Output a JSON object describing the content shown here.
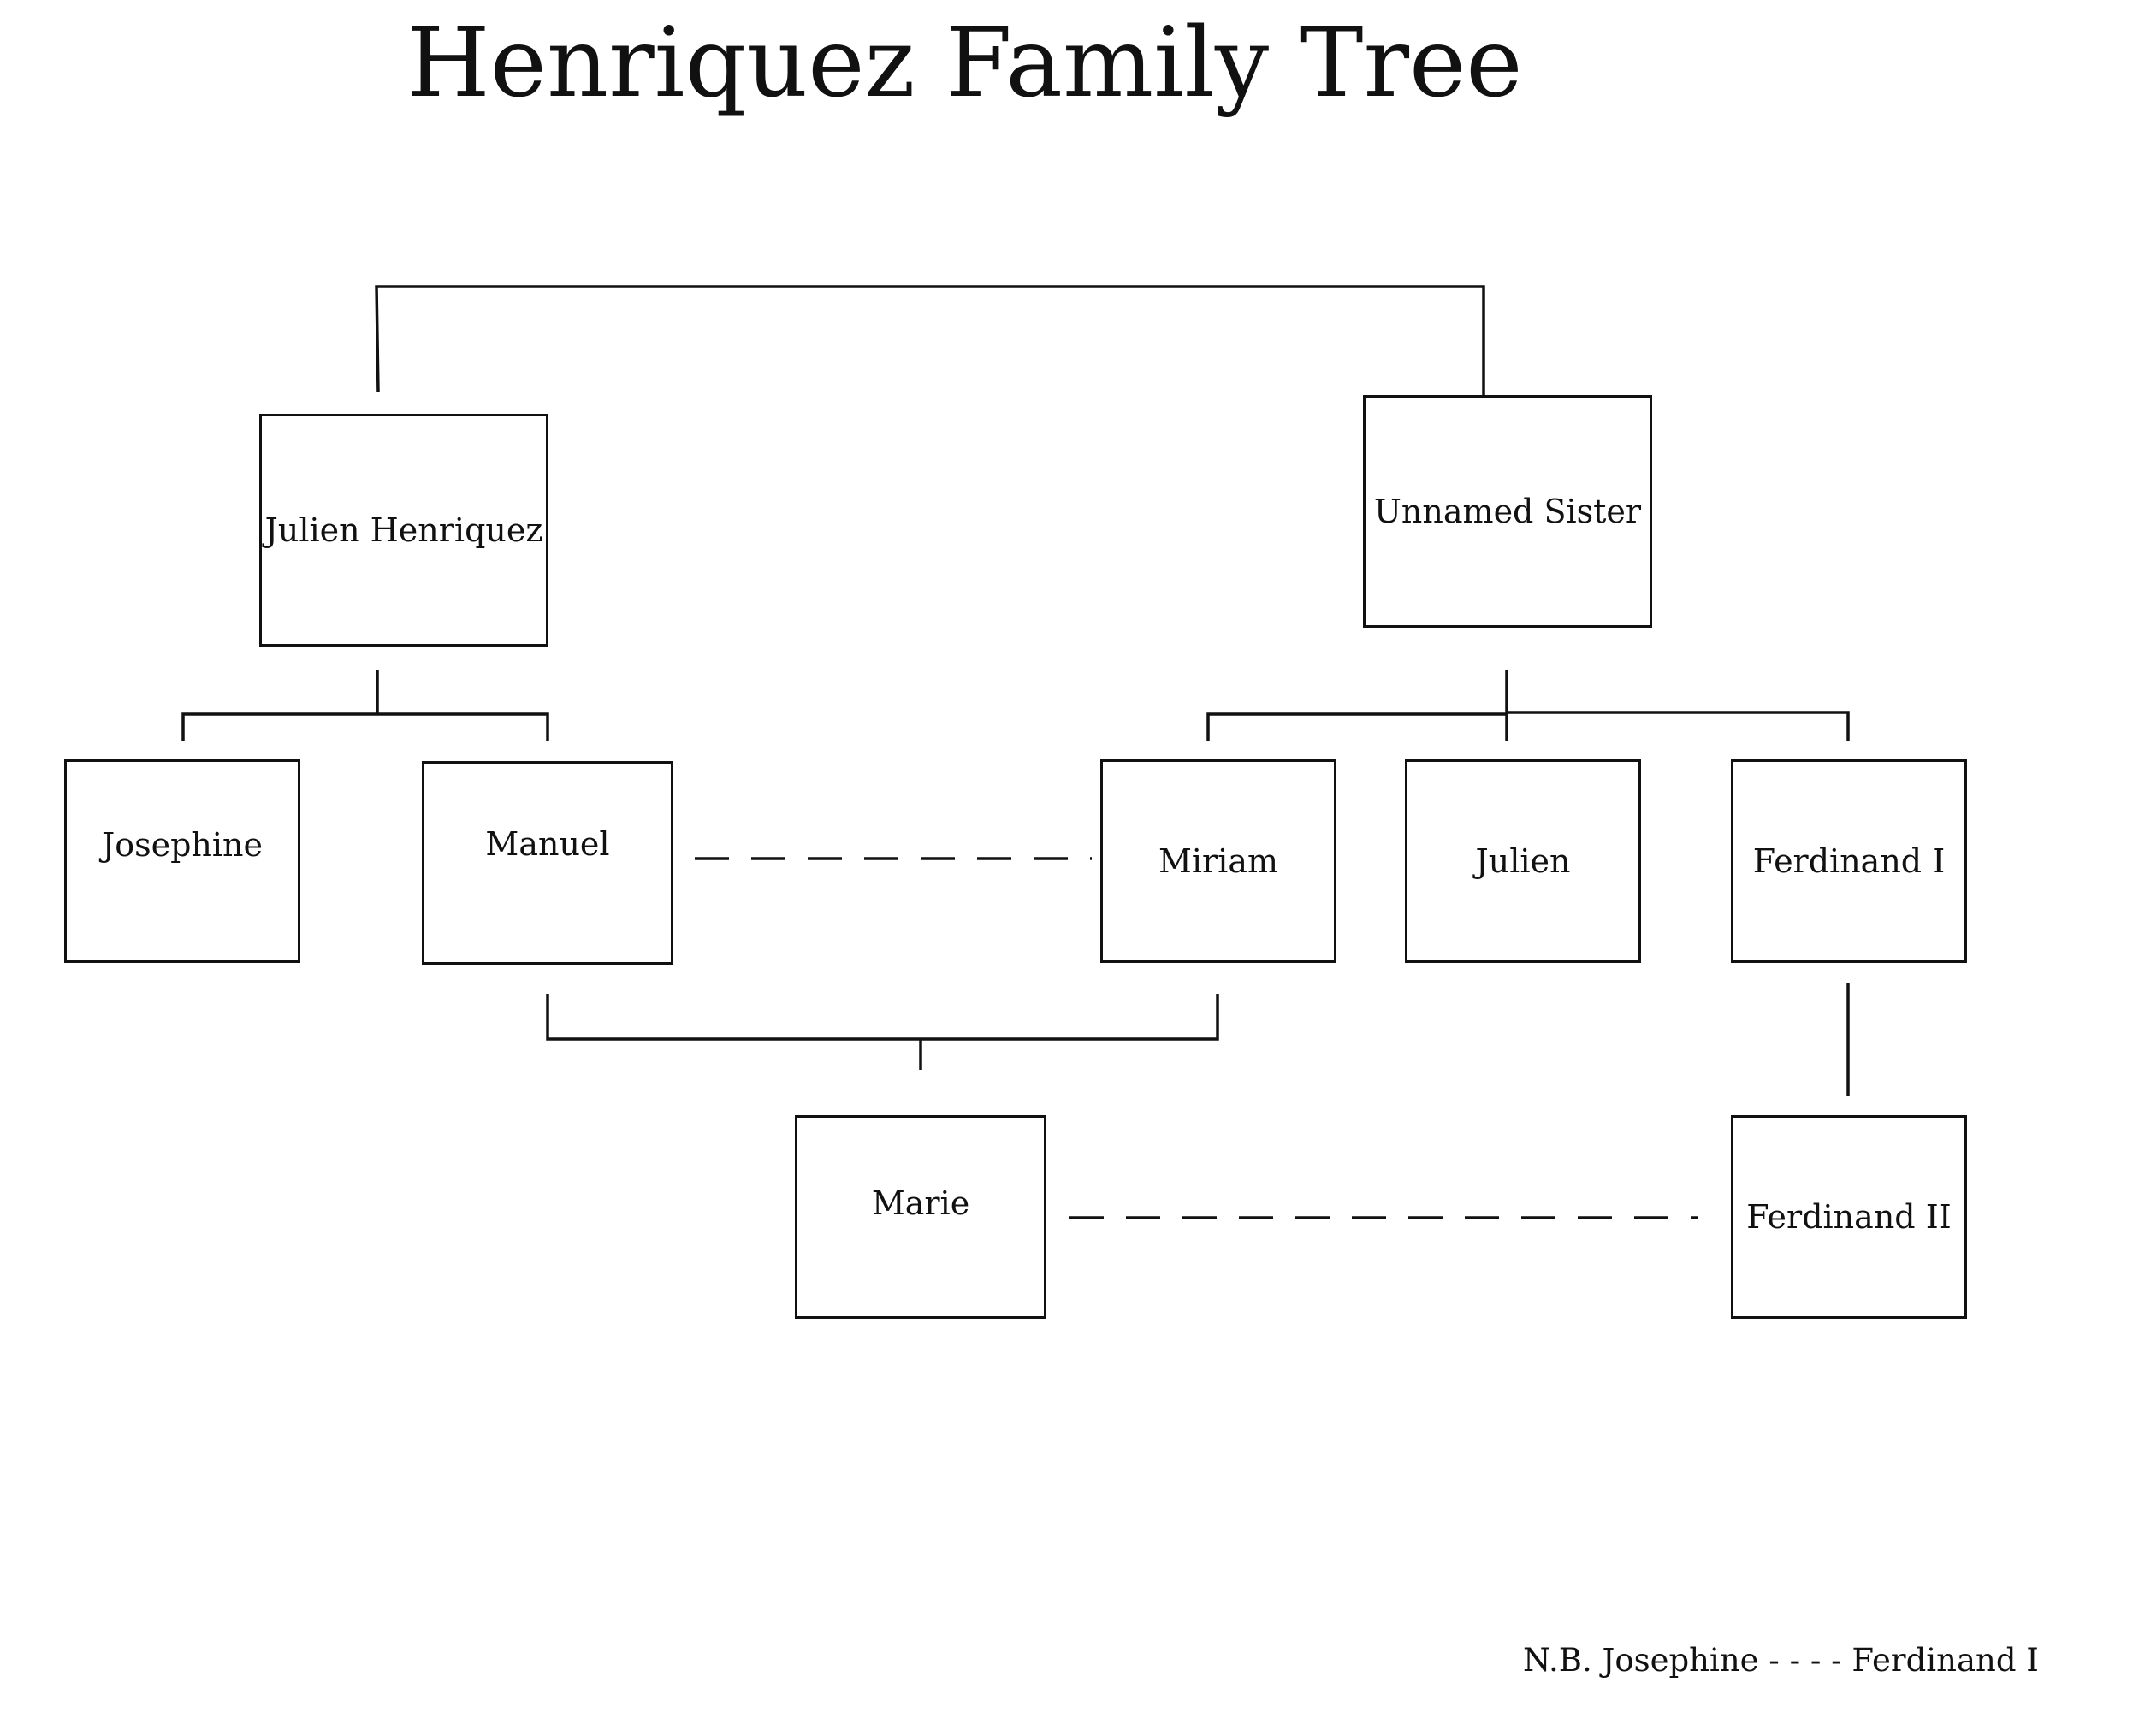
{
  "title": "Henriquez Family Tree",
  "people": {
    "julien_henriquez": "Julien Henriquez",
    "unnamed_sister": "Unnamed Sister",
    "josephine": "Josephine",
    "manuel": "Manuel",
    "miriam": "Miriam",
    "julien": "Julien",
    "ferdinand_i": "Ferdinand I",
    "marie": "Marie",
    "ferdinand_ii": "Ferdinand II"
  },
  "relationships": {
    "siblings": [
      "julien_henriquez",
      "unnamed_sister"
    ],
    "children": [
      {
        "parents": [
          "julien_henriquez"
        ],
        "children": [
          "josephine",
          "manuel"
        ]
      },
      {
        "parents": [
          "unnamed_sister"
        ],
        "children": [
          "miriam",
          "julien",
          "ferdinand_i"
        ]
      },
      {
        "parents": [
          "manuel",
          "miriam"
        ],
        "children": [
          "marie"
        ]
      },
      {
        "parents": [
          "ferdinand_i"
        ],
        "children": [
          "ferdinand_ii"
        ]
      }
    ],
    "marriages": [
      [
        "manuel",
        "miriam"
      ],
      [
        "marie",
        "ferdinand_ii"
      ]
    ]
  },
  "note": "N.B. Josephine - - - - Ferdinand I"
}
